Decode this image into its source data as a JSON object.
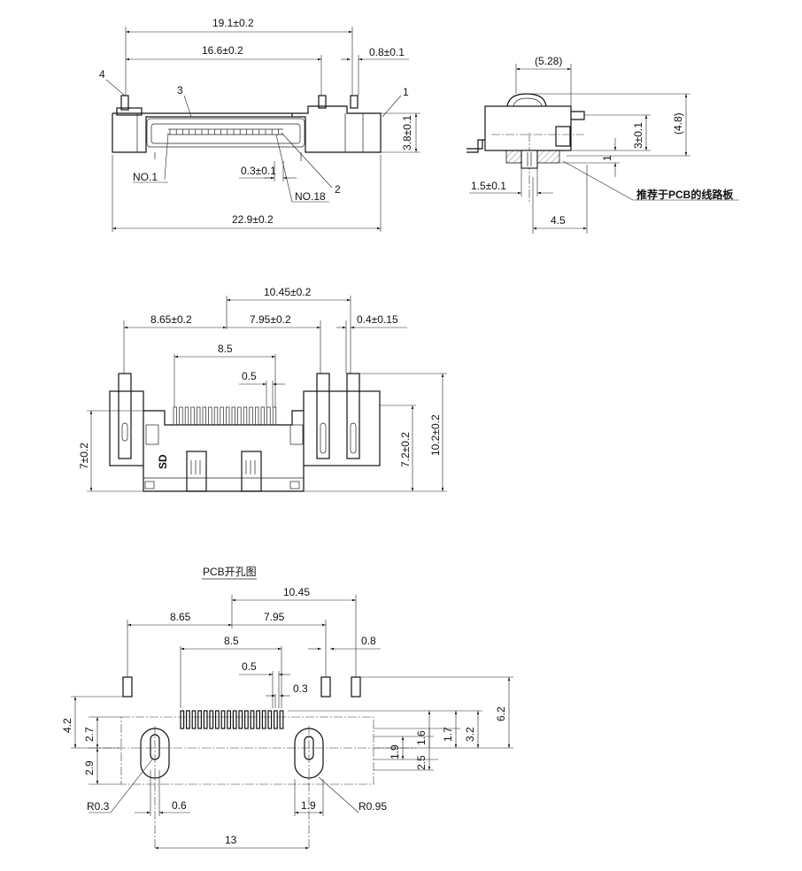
{
  "top_view": {
    "dims": {
      "overall_top": "19.1±0.2",
      "span_top": "16.6±0.2",
      "post_width": "0.8±0.1",
      "pitch_detail": "0.3±0.1",
      "overall_bottom": "22.9±0.2",
      "height": "3.8±0.1"
    },
    "callouts": {
      "c1": "1",
      "c2": "2",
      "c3": "3",
      "c4": "4",
      "no1": "NO.1",
      "no18": "NO.18"
    }
  },
  "side_view": {
    "dims": {
      "top": "(5.28)",
      "right_ref": "(4.8)",
      "height": "3±0.1",
      "step": "1",
      "offset": "1.5±0.1",
      "base": "4.5"
    },
    "pcb_note": "推荐于PCB的线路板"
  },
  "front_view": {
    "dims": {
      "d1045": "10.45±0.2",
      "d865": "8.65±0.2",
      "d795": "7.95±0.2",
      "d04": "0.4±0.15",
      "d85": "8.5",
      "d05": "0.5",
      "d7": "7±0.2",
      "d72": "7.2±0.2",
      "d102": "10.2±0.2"
    },
    "sd_mark": "SD"
  },
  "pcb_view": {
    "title": "PCB开孔图",
    "dims": {
      "d1045": "10.45",
      "d865": "8.65",
      "d795": "7.95",
      "d85": "8.5",
      "d08": "0.8",
      "d05": "0.5",
      "d03": "0.3",
      "d42": "4.2",
      "d27": "2.7",
      "d29": "2.9",
      "d19v": "1.9",
      "d25": "2.5",
      "d16": "1.6",
      "d17": "1.7",
      "d32": "3.2",
      "d62": "6.2",
      "r03": "R0.3",
      "d06": "0.6",
      "d19h": "1.9",
      "r095": "R0.95",
      "d13": "13"
    }
  }
}
